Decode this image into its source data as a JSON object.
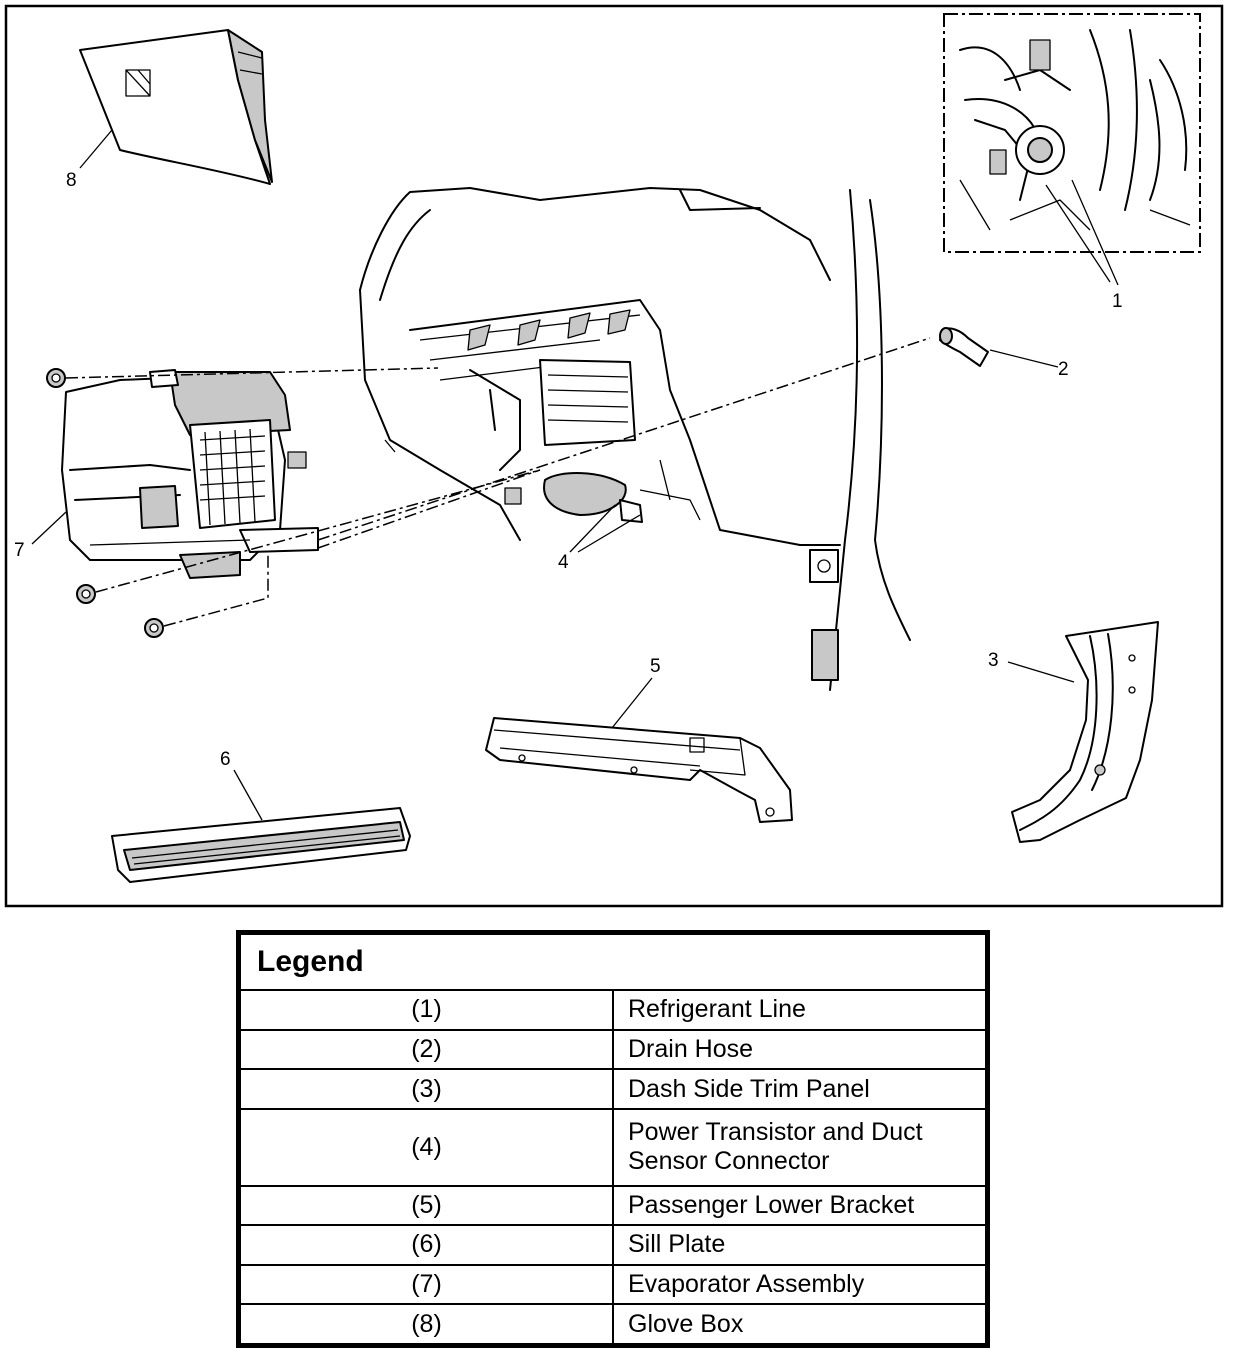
{
  "callouts": [
    "1",
    "2",
    "3",
    "4",
    "5",
    "6",
    "7",
    "8"
  ],
  "legend": {
    "title": "Legend",
    "rows": [
      {
        "num": "(1)",
        "text": "Refrigerant Line"
      },
      {
        "num": "(2)",
        "text": "Drain Hose"
      },
      {
        "num": "(3)",
        "text": "Dash Side Trim Panel"
      },
      {
        "num": "(4)",
        "text": "Power Transistor and Duct Sensor Connector"
      },
      {
        "num": "(5)",
        "text": "Passenger Lower Bracket"
      },
      {
        "num": "(6)",
        "text": "Sill Plate"
      },
      {
        "num": "(7)",
        "text": "Evaporator Assembly"
      },
      {
        "num": "(8)",
        "text": "Glove Box"
      }
    ]
  }
}
